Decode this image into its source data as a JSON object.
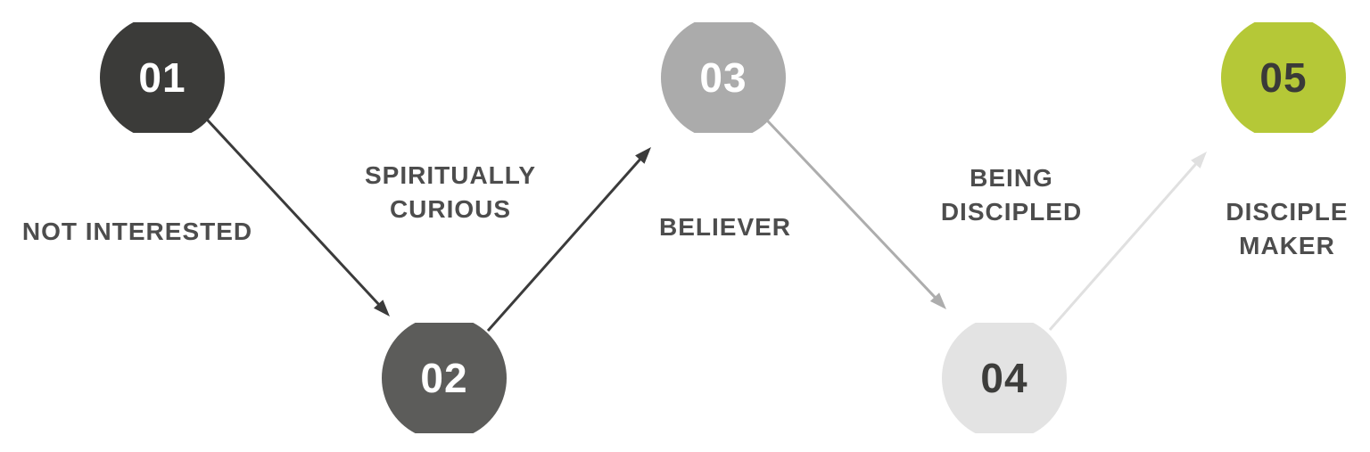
{
  "theme": {
    "background": "#ffffff",
    "label_color": "#4d4d4d"
  },
  "diagram": {
    "nodes": [
      {
        "number": "01",
        "label": "NOT INTERESTED",
        "label_lines": [
          "NOT INTERESTED"
        ],
        "shape_color": "#3b3b39",
        "number_color": "#ffffff"
      },
      {
        "number": "02",
        "label": "SPIRITUALLY CURIOUS",
        "label_lines": [
          "SPIRITUALLY",
          "CURIOUS"
        ],
        "shape_color": "#5c5c5a",
        "number_color": "#ffffff"
      },
      {
        "number": "03",
        "label": "BELIEVER",
        "label_lines": [
          "BELIEVER"
        ],
        "shape_color": "#ababab",
        "number_color": "#ffffff"
      },
      {
        "number": "04",
        "label": "BEING DISCIPLED",
        "label_lines": [
          "BEING",
          "DISCIPLED"
        ],
        "shape_color": "#e3e3e3",
        "number_color": "#3d3d3b"
      },
      {
        "number": "05",
        "label": "DISCIPLE MAKER",
        "label_lines": [
          "DISCIPLE",
          "MAKER"
        ],
        "shape_color": "#b5c837",
        "number_color": "#3a3a38"
      }
    ],
    "arrows": [
      {
        "from": "01",
        "to": "02",
        "color": "#3b3b3b"
      },
      {
        "from": "02",
        "to": "03",
        "color": "#3b3b3b"
      },
      {
        "from": "03",
        "to": "04",
        "color": "#adadad"
      },
      {
        "from": "04",
        "to": "05",
        "color": "#e0e0e0"
      }
    ]
  }
}
